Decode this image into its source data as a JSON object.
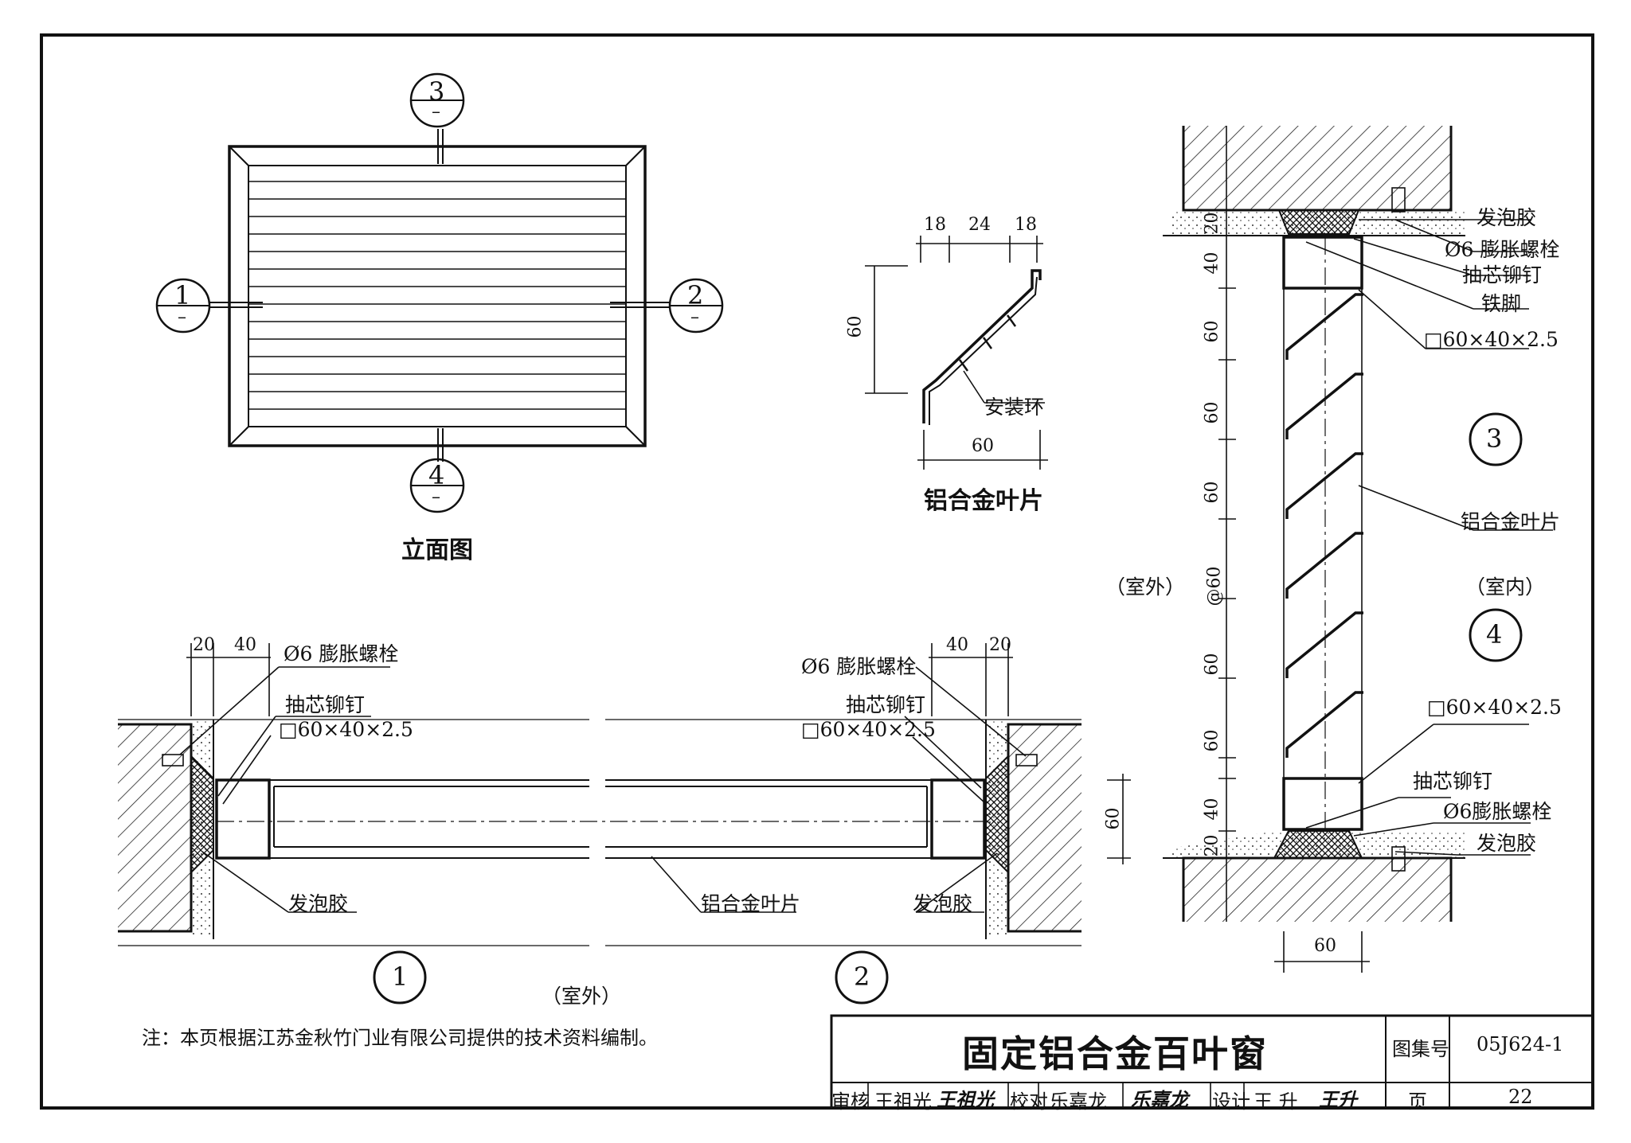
{
  "elevation": {
    "caption": "立面图",
    "markers": [
      {
        "num": "3",
        "sub": "–"
      },
      {
        "num": "1",
        "sub": "–"
      },
      {
        "num": "2",
        "sub": "–"
      },
      {
        "num": "4",
        "sub": "–"
      }
    ]
  },
  "blade_detail": {
    "caption": "铝合金叶片",
    "label_ring": "安装环",
    "dims": {
      "top_a": "18",
      "top_b": "24",
      "top_c": "18",
      "height": "60",
      "width": "60"
    }
  },
  "section_34": {
    "labels": {
      "foam_top": "发泡胶",
      "bolt_top": "Ø6 膨胀螺栓",
      "rivet_top": "抽芯铆钉",
      "iron_foot": "铁脚",
      "tube_top": "□60×40×2.5",
      "blade": "铝合金叶片",
      "outside": "（室外）",
      "inside": "（室内）",
      "tube_bottom": "□60×40×2.5",
      "rivet_bottom": "抽芯铆钉",
      "bolt_bottom": "Ø6膨胀螺栓",
      "foam_bottom": "发泡胶"
    },
    "markers": [
      "3",
      "4"
    ],
    "dims_vertical": [
      "20",
      "40",
      "60",
      "60",
      "60",
      "@60",
      "60",
      "60",
      "40",
      "20"
    ],
    "dim_bottom": "60"
  },
  "section_12": {
    "left": {
      "dim_a": "20",
      "dim_b": "40",
      "bolt": "Ø6 膨胀螺栓",
      "rivet": "抽芯铆钉",
      "tube": "□60×40×2.5",
      "foam": "发泡胶"
    },
    "right": {
      "dim_a": "40",
      "dim_b": "20",
      "bolt": "Ø6 膨胀螺栓",
      "rivet": "抽芯铆钉",
      "tube": "□60×40×2.5",
      "foam": "发泡胶",
      "dim_height": "60"
    },
    "blade": "铝合金叶片",
    "markers": [
      "1",
      "2"
    ],
    "outside": "（室外）"
  },
  "note": "注：本页根据江苏金秋竹门业有限公司提供的技术资料编制。",
  "title_block": {
    "title": "固定铝合金百叶窗",
    "atlas_label": "图集号",
    "atlas_no": "05J624-1",
    "page_label": "页",
    "page_no": "22",
    "review_label": "审核",
    "reviewer": "王祖光",
    "reviewer_sign": "王祖光",
    "check_label": "校对",
    "checker": "乐嘉龙",
    "checker_sign": "乐嘉龙",
    "design_label": "设计",
    "designer": "王 升",
    "designer_sign": "王升"
  }
}
